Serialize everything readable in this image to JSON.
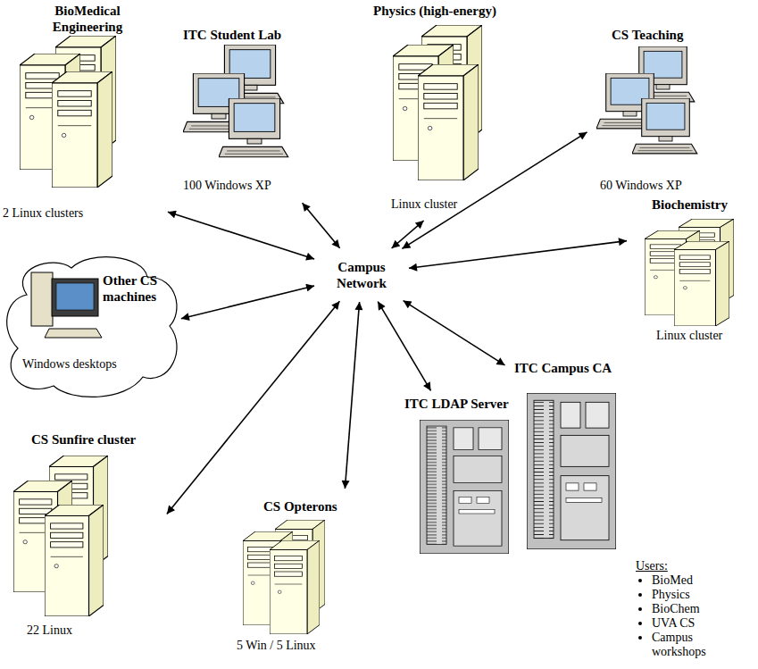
{
  "diagram": {
    "nodes": [
      {
        "text": [
          "BioMedical Engineering",
          "2 Linux clusters"
        ]
      },
      {
        "text": [
          "ITC Student Lab",
          "100 Windows XP"
        ]
      },
      {
        "text": [
          "Physics (high-energy)",
          "Linux cluster"
        ]
      },
      {
        "text": [
          "CS Teaching",
          "60 Windows XP"
        ]
      },
      {
        "text": [
          "Other CS machines",
          "Windows desktops"
        ]
      },
      {
        "text": [
          "Campus Network"
        ]
      },
      {
        "text": [
          "Biochemistry",
          "Linux cluster"
        ]
      },
      {
        "text": [
          "ITC Campus CA"
        ]
      },
      {
        "text": [
          "ITC LDAP Server"
        ]
      },
      {
        "text": [
          "CS Sunfire cluster",
          "22 Linux"
        ]
      },
      {
        "text": [
          "CS Opterons",
          "5 Win / 5 Linux"
        ]
      }
    ],
    "edges": [
      {
        "from": 5,
        "to": 0,
        "arrow": "both"
      },
      {
        "from": 5,
        "to": 1,
        "arrow": "both"
      },
      {
        "from": 5,
        "to": 2,
        "arrow": "both"
      },
      {
        "from": 5,
        "to": 3,
        "arrow": "both"
      },
      {
        "from": 5,
        "to": 4,
        "arrow": "both"
      },
      {
        "from": 5,
        "to": 6,
        "arrow": "both"
      },
      {
        "from": 5,
        "to": 7,
        "arrow": "both"
      },
      {
        "from": 5,
        "to": 8,
        "arrow": "both"
      },
      {
        "from": 5,
        "to": 9,
        "arrow": "both"
      },
      {
        "from": 5,
        "to": 10,
        "arrow": "both"
      }
    ],
    "labels": [
      "Users:",
      "BioMed",
      "Physics",
      "BioChem",
      "UVA CS",
      "Campus workshops"
    ]
  }
}
